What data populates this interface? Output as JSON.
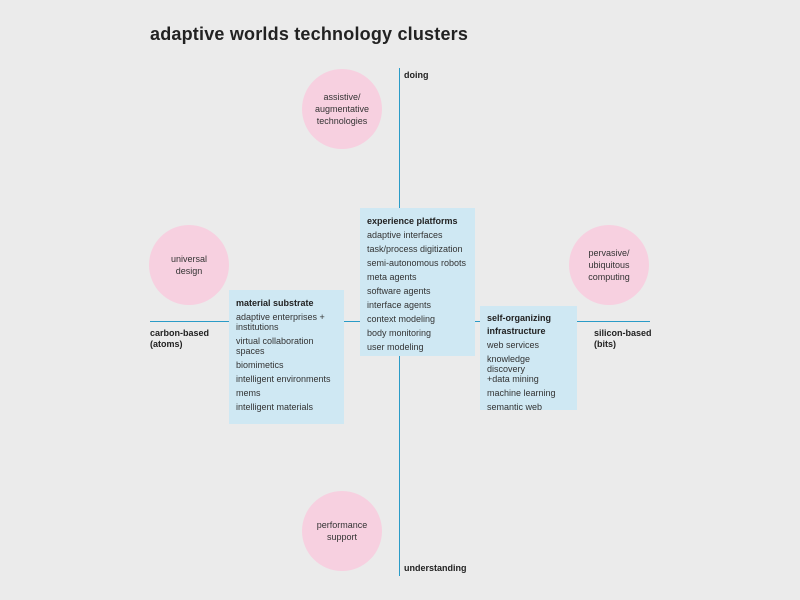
{
  "title": "adaptive worlds technology clusters",
  "axes": {
    "top": "doing",
    "bottom": "understanding",
    "left": "carbon-based\n(atoms)",
    "right": "silicon-based\n(bits)"
  },
  "circles": {
    "assistive": "assistive/\naugmentative\ntechnologies",
    "universal": "universal\ndesign",
    "pervasive": "pervasive/\nubiquitous\ncomputing",
    "performance": "performance\nsupport"
  },
  "boxes": {
    "material": {
      "title": "material substrate",
      "items": [
        "adaptive enterprises +\ninstitutions",
        "virtual collaboration\nspaces",
        "biomimetics",
        "intelligent environments",
        "mems",
        "intelligent materials"
      ]
    },
    "experience": {
      "title": "experience platforms",
      "items": [
        "adaptive interfaces",
        "task/process digitization",
        "semi-autonomous robots",
        "meta agents",
        "software agents",
        "interface agents",
        "context modeling",
        "body monitoring",
        "user modeling"
      ]
    },
    "selforg": {
      "title": "self-organizing\ninfrastructure",
      "items": [
        "web services",
        "knowledge discovery\n+data mining",
        "machine learning",
        "semantic web"
      ]
    }
  },
  "colors": {
    "axis": "#2a9bc7",
    "circle_fill": "#f7d0e0",
    "box_fill": "#cfe8f3",
    "background": "#ebebeb"
  }
}
